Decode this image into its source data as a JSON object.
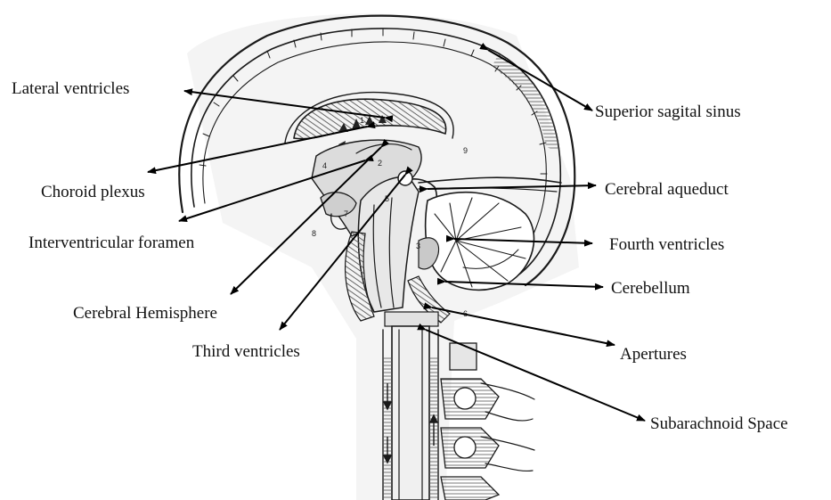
{
  "figure": {
    "labels": [
      {
        "id": "lateral-ventricles",
        "text": "Lateral ventricles"
      },
      {
        "id": "choroid-plexus",
        "text": "Choroid plexus"
      },
      {
        "id": "interventricular-foramen",
        "text": "Interventricular foramen"
      },
      {
        "id": "cerebral-hemisphere",
        "text": "Cerebral Hemisphere"
      },
      {
        "id": "third-ventricles",
        "text": "Third  ventricles"
      },
      {
        "id": "superior-sagital-sinus",
        "text": "Superior sagital sinus"
      },
      {
        "id": "cerebral-aqueduct",
        "text": "Cerebral aqueduct"
      },
      {
        "id": "fourth-ventricles",
        "text": "Fourth ventricles"
      },
      {
        "id": "cerebellum",
        "text": "Cerebellum"
      },
      {
        "id": "apertures",
        "text": "Apertures"
      },
      {
        "id": "subarachnoid-space",
        "text": "Subarachnoid Space"
      }
    ],
    "structure_numbers": [
      "1",
      "2",
      "3",
      "4",
      "5",
      "6",
      "7",
      "8",
      "9"
    ]
  }
}
